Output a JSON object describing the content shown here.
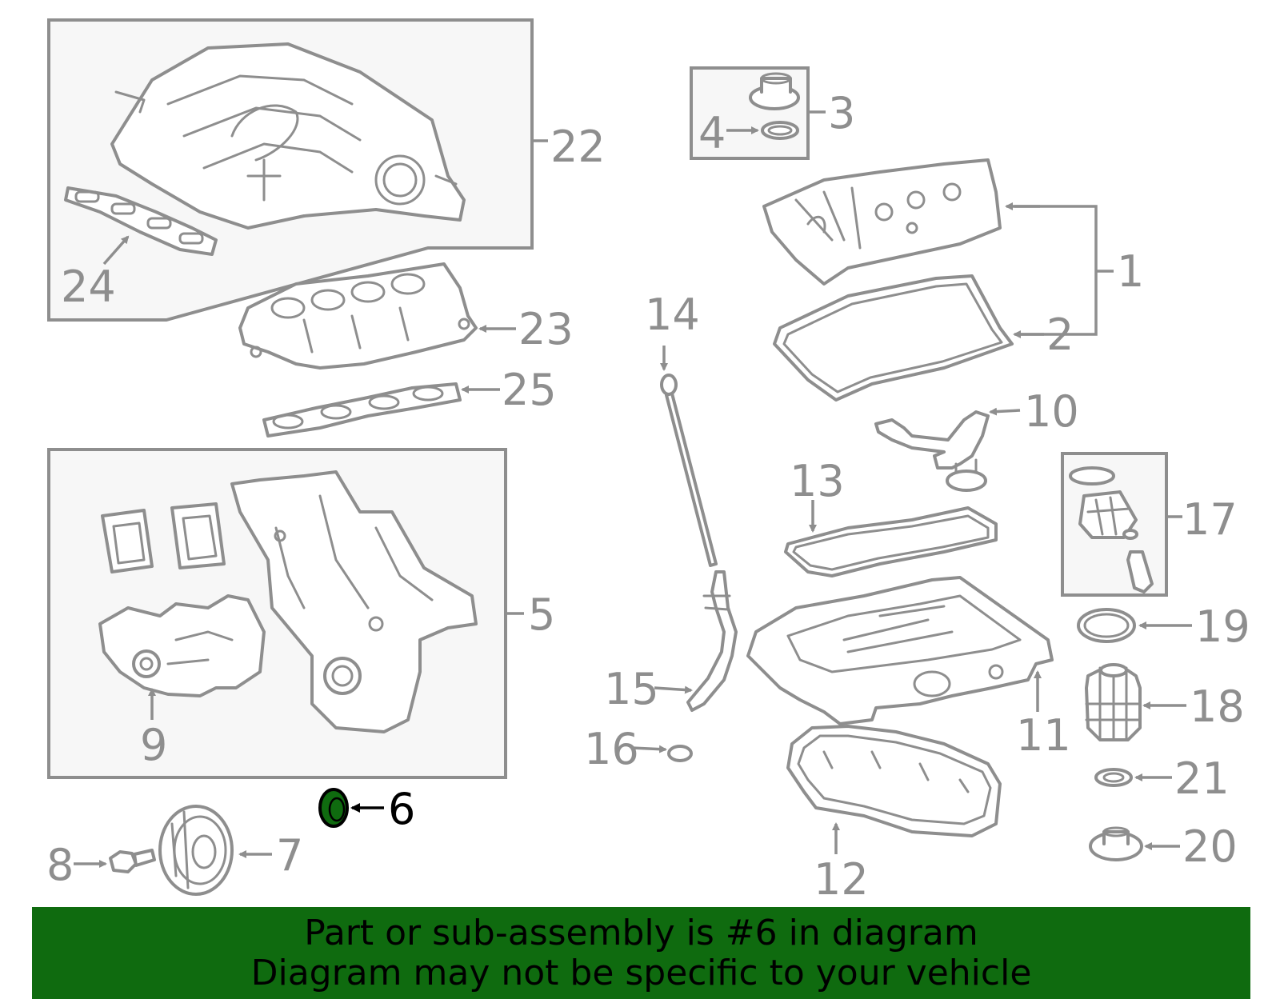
{
  "callouts": {
    "c1": "1",
    "c2": "2",
    "c3": "3",
    "c4": "4",
    "c5": "5",
    "c6": "6",
    "c7": "7",
    "c8": "8",
    "c9": "9",
    "c10": "10",
    "c11": "11",
    "c12": "12",
    "c13": "13",
    "c14": "14",
    "c15": "15",
    "c16": "16",
    "c17": "17",
    "c18": "18",
    "c19": "19",
    "c20": "20",
    "c21": "21",
    "c22": "22",
    "c23": "23",
    "c24": "24",
    "c25": "25"
  },
  "highlighted_part": "6",
  "colors": {
    "line": "#8e8e8e",
    "highlight_fill": "#0f6b0f",
    "banner_bg": "#0f6b0f",
    "box_fill": "#f7f7f7"
  },
  "banner": {
    "line1": "Part or sub-assembly is #6 in diagram",
    "line2": "Diagram may not be specific to your vehicle"
  }
}
